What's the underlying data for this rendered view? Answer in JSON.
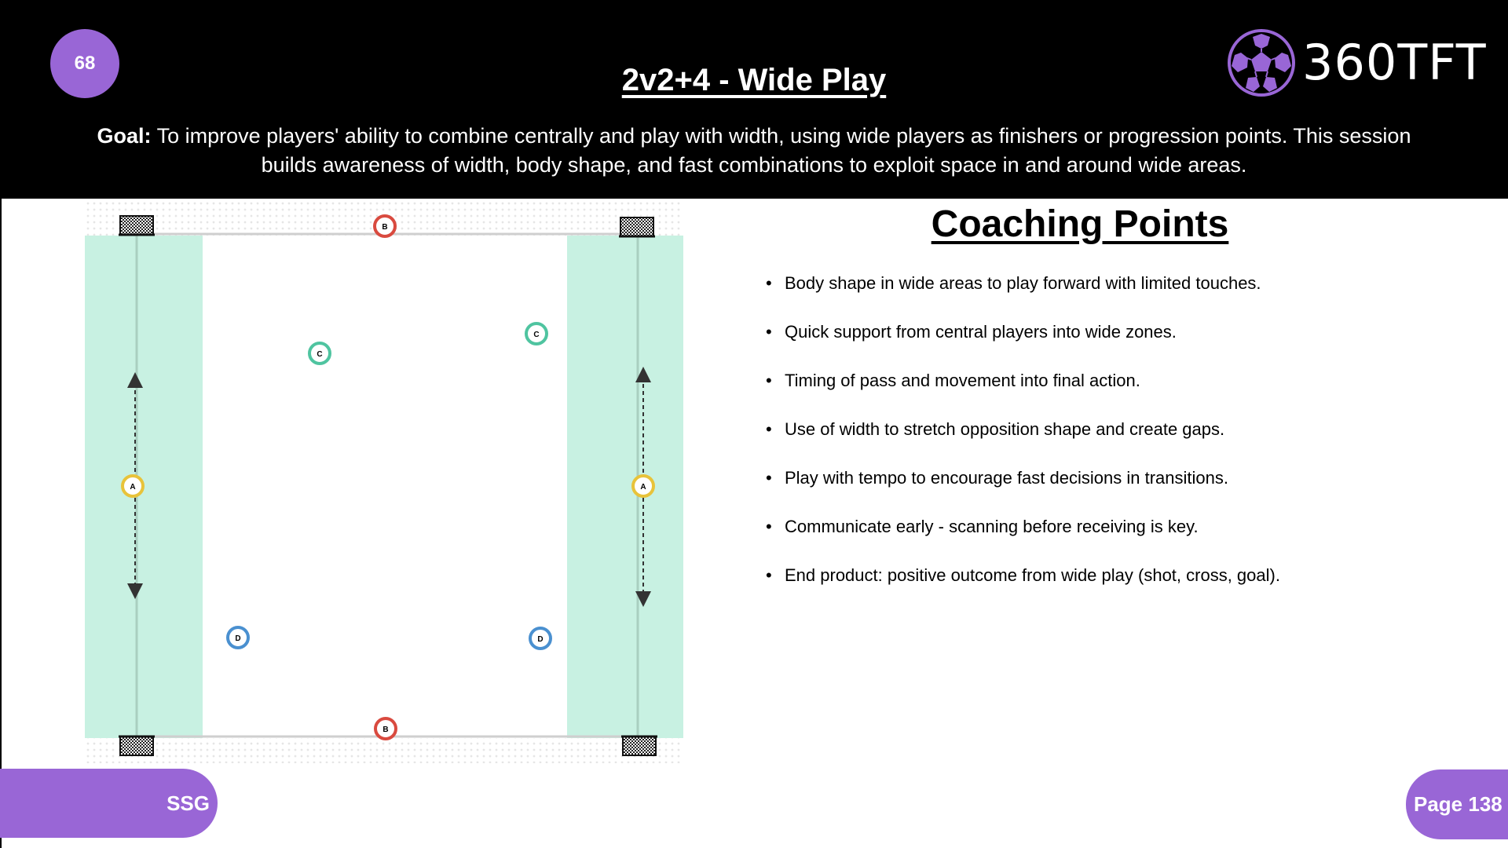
{
  "header": {
    "drill_number": "68",
    "title": "2v2+4 - Wide Play",
    "logo_text": "360TFT",
    "goal_label": "Goal:",
    "goal_text": "To improve players' ability to combine centrally and play with width, using wide players as finishers or progression points. This session builds awareness of width, body shape, and fast combinations to exploit space in and around wide areas."
  },
  "diagram": {
    "markers": [
      {
        "label": "B",
        "color": "#d94a3f"
      },
      {
        "label": "B",
        "color": "#d94a3f"
      },
      {
        "label": "C",
        "color": "#4fc4a0"
      },
      {
        "label": "C",
        "color": "#4fc4a0"
      },
      {
        "label": "A",
        "color": "#e8c33a"
      },
      {
        "label": "A",
        "color": "#e8c33a"
      },
      {
        "label": "D",
        "color": "#4a90d0"
      },
      {
        "label": "D",
        "color": "#4a90d0"
      }
    ],
    "zone_color": "#c8f1e2"
  },
  "coaching": {
    "title": "Coaching Points",
    "points": [
      "Body shape in wide areas to play forward with limited touches.",
      "Quick support from central players into wide zones.",
      "Timing of pass and movement into final action.",
      "Use of width to stretch opposition shape and create gaps.",
      "Play with tempo to encourage fast decisions in transitions.",
      "Communicate early - scanning before receiving is key.",
      "End product: positive outcome from wide play (shot, cross, goal)."
    ]
  },
  "footer": {
    "category": "SSG",
    "page": "Page 138"
  },
  "colors": {
    "accent": "#9966d6",
    "header_bg": "#000000"
  }
}
